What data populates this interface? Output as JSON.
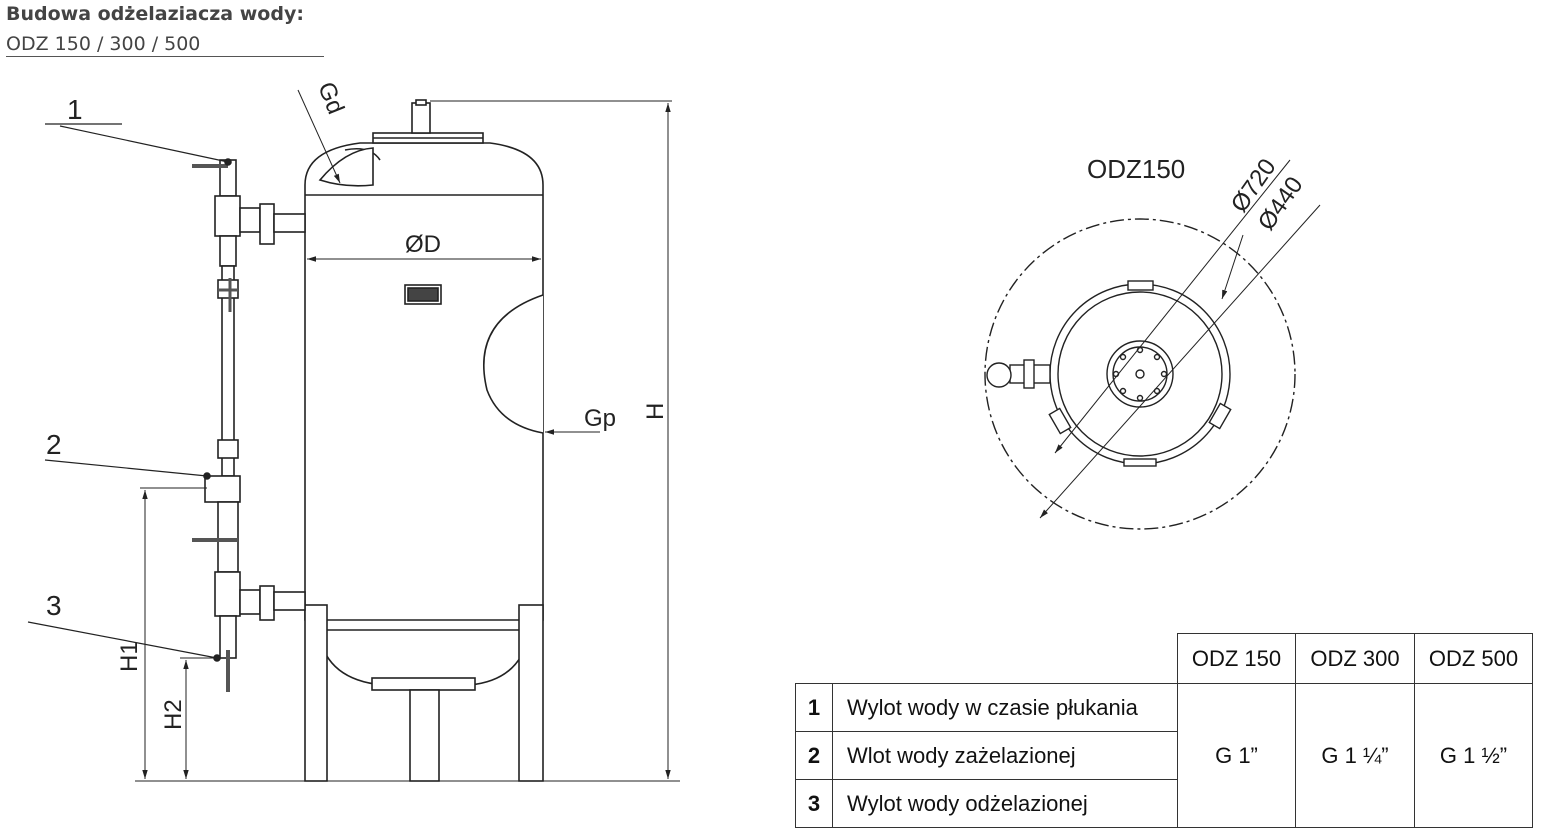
{
  "header": {
    "title": "Budowa odżelaziacza wody:",
    "subtitle": "ODZ 150 / 300 / 500"
  },
  "side_view": {
    "callouts": [
      "1",
      "2",
      "3"
    ],
    "dimensions": {
      "diameter": "ØD",
      "top_connection": "Gd",
      "side_connection": "Gp",
      "height": "H",
      "h1": "H1",
      "h2": "H2"
    }
  },
  "top_view": {
    "model": "ODZ150",
    "outer_diameter": "Ø720",
    "inner_diameter": "Ø440"
  },
  "spec_table": {
    "columns": [
      "ODZ 150",
      "ODZ 300",
      "ODZ 500"
    ],
    "rows": [
      {
        "num": "1",
        "label": "Wylot wody w czasie płukania"
      },
      {
        "num": "2",
        "label": "Wlot wody zażelazionej"
      },
      {
        "num": "3",
        "label": "Wylot wody odżelazionej"
      }
    ],
    "values": [
      "G 1”",
      "G 1 ¼”",
      "G 1 ½”"
    ]
  }
}
